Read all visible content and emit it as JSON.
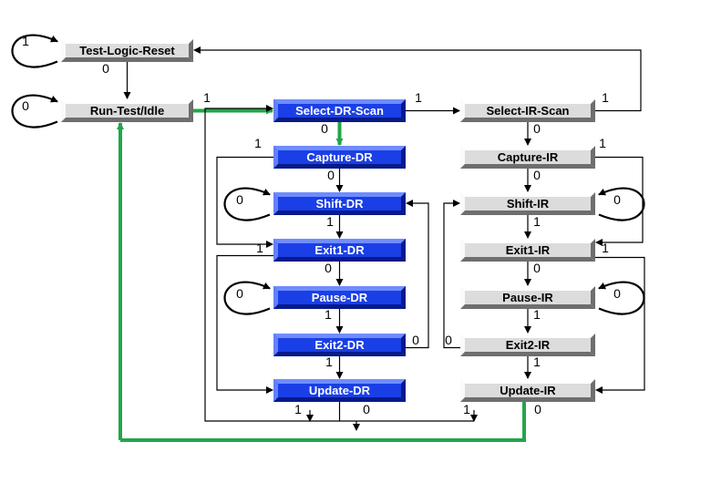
{
  "diagram": {
    "states": [
      {
        "id": "tlr",
        "label": "Test-Logic-Reset",
        "kind": "gray"
      },
      {
        "id": "rti",
        "label": "Run-Test/Idle",
        "kind": "gray"
      },
      {
        "id": "sdr",
        "label": "Select-DR-Scan",
        "kind": "blue"
      },
      {
        "id": "sir",
        "label": "Select-IR-Scan",
        "kind": "gray"
      },
      {
        "id": "cdr",
        "label": "Capture-DR",
        "kind": "blue"
      },
      {
        "id": "shdr",
        "label": "Shift-DR",
        "kind": "blue"
      },
      {
        "id": "e1dr",
        "label": "Exit1-DR",
        "kind": "blue"
      },
      {
        "id": "pdr",
        "label": "Pause-DR",
        "kind": "blue"
      },
      {
        "id": "e2dr",
        "label": "Exit2-DR",
        "kind": "blue"
      },
      {
        "id": "udr",
        "label": "Update-DR",
        "kind": "blue"
      },
      {
        "id": "cir",
        "label": "Capture-IR",
        "kind": "gray"
      },
      {
        "id": "shir",
        "label": "Shift-IR",
        "kind": "gray"
      },
      {
        "id": "e1ir",
        "label": "Exit1-IR",
        "kind": "gray"
      },
      {
        "id": "pir",
        "label": "Pause-IR",
        "kind": "gray"
      },
      {
        "id": "e2ir",
        "label": "Exit2-IR",
        "kind": "gray"
      },
      {
        "id": "uir",
        "label": "Update-IR",
        "kind": "gray"
      }
    ],
    "edge_labels": [
      {
        "id": "tlr-self",
        "text": "1"
      },
      {
        "id": "tlr-rti",
        "text": "0"
      },
      {
        "id": "rti-self",
        "text": "0"
      },
      {
        "id": "rti-sdr",
        "text": "1"
      },
      {
        "id": "sdr-sir",
        "text": "1"
      },
      {
        "id": "sir-tlr",
        "text": "1"
      },
      {
        "id": "sdr-cdr",
        "text": "0"
      },
      {
        "id": "sir-cir",
        "text": "0"
      },
      {
        "id": "cdr-e1dr",
        "text": "1"
      },
      {
        "id": "cdr-shdr",
        "text": "0"
      },
      {
        "id": "shdr-self",
        "text": "0"
      },
      {
        "id": "shdr-e1dr",
        "text": "1"
      },
      {
        "id": "e1dr-udr",
        "text": "1"
      },
      {
        "id": "e1dr-pdr",
        "text": "0"
      },
      {
        "id": "pdr-self",
        "text": "0"
      },
      {
        "id": "pdr-e2dr",
        "text": "1"
      },
      {
        "id": "e2dr-shdr",
        "text": "0"
      },
      {
        "id": "e2dr-udr",
        "text": "1"
      },
      {
        "id": "udr-rti",
        "text": "1"
      },
      {
        "id": "udr-rti0",
        "text": "0"
      },
      {
        "id": "cir-e1ir",
        "text": "1"
      },
      {
        "id": "cir-shir",
        "text": "0"
      },
      {
        "id": "shir-self",
        "text": "0"
      },
      {
        "id": "shir-e1ir",
        "text": "1"
      },
      {
        "id": "e1ir-uir",
        "text": "1"
      },
      {
        "id": "e1ir-pir",
        "text": "0"
      },
      {
        "id": "pir-self",
        "text": "0"
      },
      {
        "id": "pir-e2ir",
        "text": "1"
      },
      {
        "id": "e2ir-shir",
        "text": "0"
      },
      {
        "id": "e2ir-uir",
        "text": "1"
      },
      {
        "id": "uir-sdr",
        "text": "1"
      },
      {
        "id": "uir-rti",
        "text": "0"
      }
    ]
  },
  "colors": {
    "blue_fill": "#1a3fe6",
    "blue_light": "#6f8cff",
    "blue_dark": "#071a8a",
    "blue_text": "#ffffff",
    "gray_fill": "#dcdcdc",
    "gray_light": "#ffffff",
    "gray_dark": "#6e6e6e",
    "gray_text": "#000000",
    "line": "#000000",
    "highlight": "#22a64a"
  }
}
